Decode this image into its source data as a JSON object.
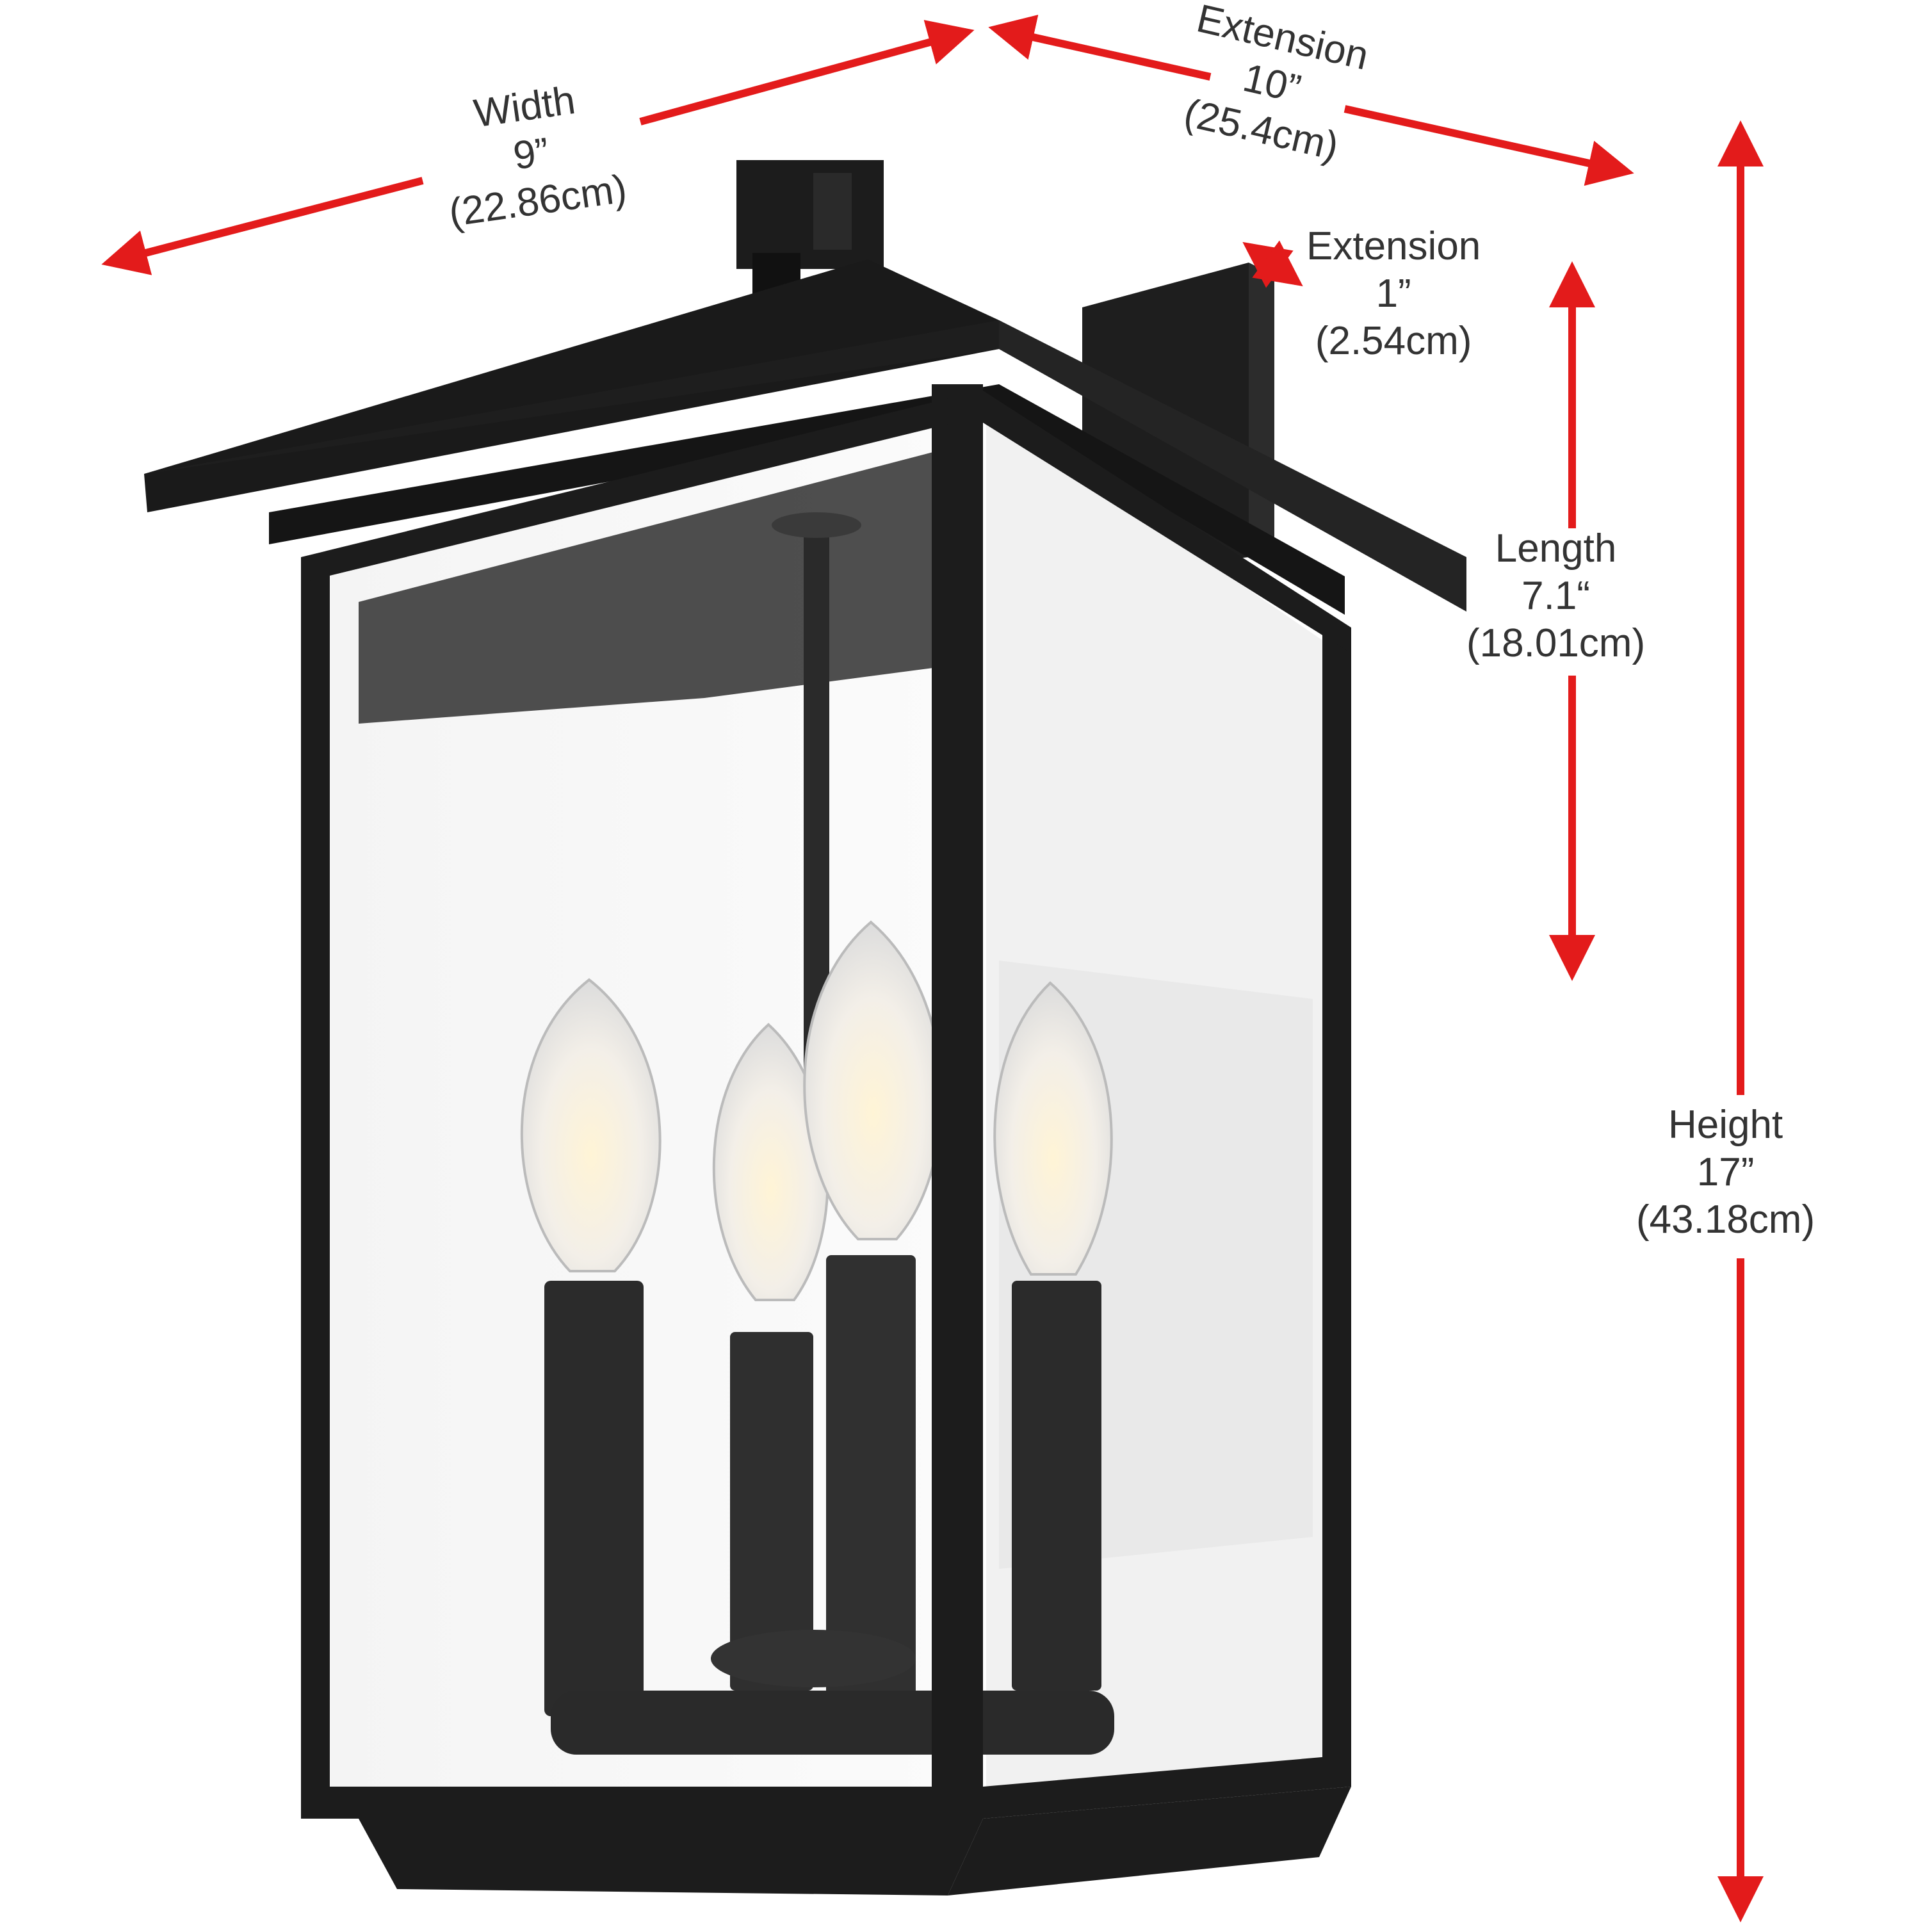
{
  "product": {
    "name": "Four-light outdoor wall lantern",
    "finish_color": "#1c1c1c",
    "bulb_count": 4
  },
  "colors": {
    "arrow": "#e31b1b",
    "label_text": "#333333",
    "background": "#ffffff"
  },
  "dimensions": {
    "width": {
      "label": "Width",
      "inches": "9”",
      "cm": "(22.86cm)"
    },
    "extension": {
      "label": "Extension",
      "inches": "10”",
      "cm": "(25.4cm)"
    },
    "backplate": {
      "label": "Extension",
      "inches": "1”",
      "cm": "(2.54cm)"
    },
    "length": {
      "label": "Length",
      "inches": "7.1“",
      "cm": "(18.01cm)"
    },
    "height": {
      "label": "Height",
      "inches": "17”",
      "cm": "(43.18cm)"
    }
  }
}
